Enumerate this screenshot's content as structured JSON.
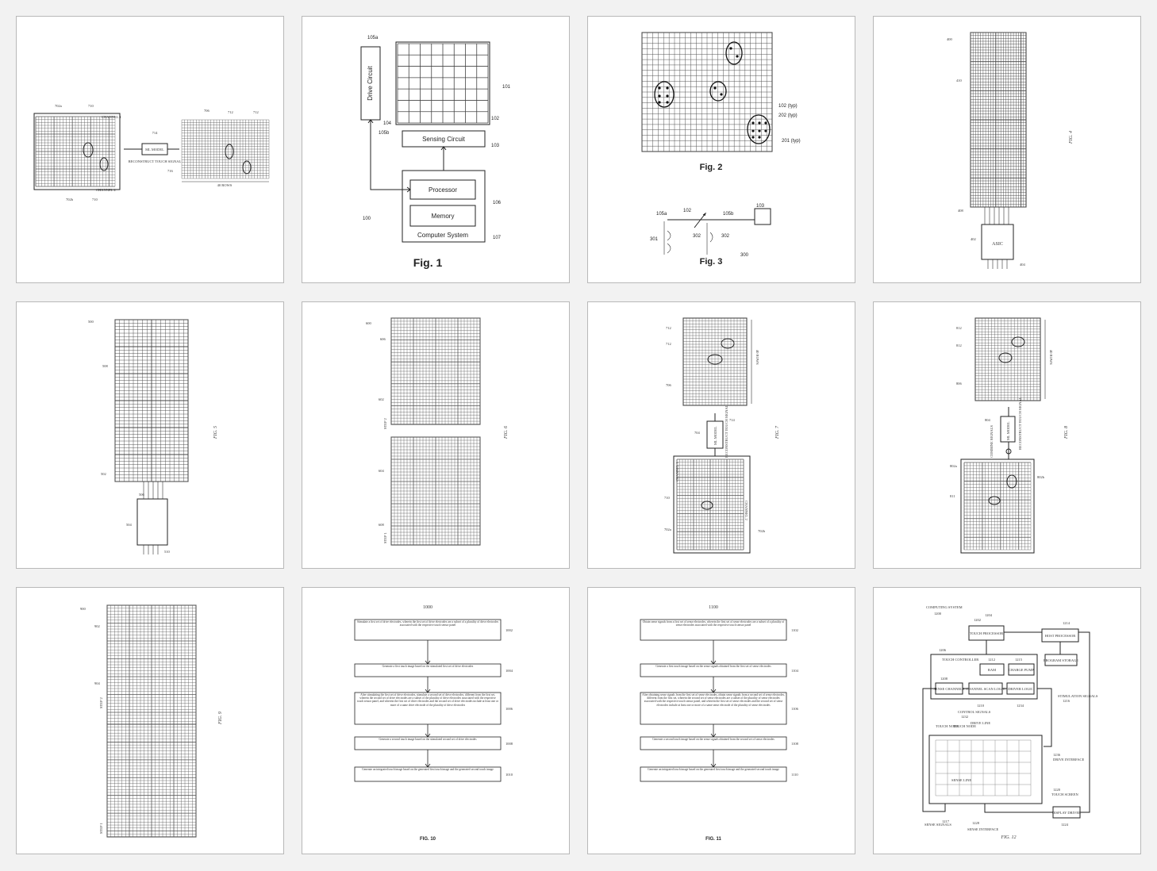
{
  "figures": {
    "t1": {
      "labels": [
        "702a",
        "710",
        "CHANNEL 1",
        "714",
        "ML MODEL",
        "RECONSTRUCT TOUCH SIGNAL",
        "716",
        "702b",
        "710",
        "CHANNEL 2",
        "706",
        "712",
        "712",
        "40 ROWS"
      ]
    },
    "t2": {
      "drive_circuit": "Drive Circuit",
      "sensing_circuit": "Sensing Circuit",
      "processor": "Processor",
      "memory": "Memory",
      "computer_system": "Computer System",
      "caption": "Fig. 1",
      "refs": {
        "r105a": "105a",
        "r101": "101",
        "r102": "102",
        "r104": "104",
        "r105b": "105b",
        "r103": "103",
        "r106": "106",
        "r100": "100",
        "r107": "107"
      }
    },
    "t3": {
      "refs": {
        "r102": "102 (typ)",
        "r202": "202 (typ)",
        "r201": "201 (typ)"
      },
      "caption2": "Fig. 2",
      "fig3": {
        "r105a": "105a",
        "r102": "102",
        "r105b": "105b",
        "r103": "103",
        "r301": "301",
        "r302a": "302",
        "r302b": "302",
        "r300": "300"
      },
      "caption3": "Fig. 3"
    },
    "t4": {
      "caption": "FIG. 4",
      "block": "ASIC",
      "refs": [
        "400",
        "410",
        "402",
        "404",
        "408"
      ]
    },
    "t5": {
      "caption": "FIG. 5",
      "refs": [
        "500",
        "508",
        "502",
        "504",
        "506",
        "510"
      ]
    },
    "t6": {
      "caption": "FIG. 6",
      "step2": "STEP 2",
      "step1": "STEP 1",
      "refs": [
        "600",
        "606",
        "602",
        "604",
        "608"
      ]
    },
    "t7": {
      "caption": "FIG. 7",
      "ml_model": "ML MODEL",
      "reconstruct": "RECONSTRUCT TOUCH SIGNAL",
      "rows": "40 ROWS",
      "ch1": "CHANNEL 1",
      "ch2": "CHANNEL 2",
      "refs": [
        "712",
        "712",
        "706",
        "704",
        "714",
        "710",
        "702a",
        "702b"
      ]
    },
    "t8": {
      "caption": "FIG. 8",
      "ml_model": "ML MODEL",
      "reconstruct": "RECONSTRUCT TOUCH SIGNAL",
      "combine": "COMBINE SIGNALS",
      "rows": "40 ROWS",
      "refs": [
        "812",
        "812",
        "806",
        "804",
        "802a",
        "802b",
        "811"
      ]
    },
    "t9": {
      "caption": "FIG. 9",
      "step2": "STEP 2",
      "step1": "STEP 1",
      "refs": [
        "900",
        "902",
        "904"
      ]
    },
    "t10": {
      "number": "1000",
      "caption": "FIG. 10",
      "steps": [
        {
          "text": "Stimulate a first set of drive electrodes, wherein the first set of drive electrodes are a subset of a plurality of drive electrodes associated with the respective touch sensor panel",
          "ref": "1002"
        },
        {
          "text": "Generate a first touch image based on the stimulated first set of drive electrodes",
          "ref": "1004"
        },
        {
          "text": "After stimulating the first set of drive electrodes, stimulate a second set of drive electrodes, different from the first set, wherein the second set of drive electrodes are a subset of the plurality of drive electrodes associated with the respective touch sensor panel, and wherein the first set of drive electrodes and the second set of drive electrodes include at least one or more of a same drive electrode of the plurality of drive electrodes",
          "ref": "1006"
        },
        {
          "text": "Generate a second touch image based on the stimulated second set of drive electrodes",
          "ref": "1008"
        },
        {
          "text": "Generate an integrated touch image based on the generated first touch image and the generated second touch image",
          "ref": "1010"
        }
      ]
    },
    "t11": {
      "number": "1100",
      "caption": "FIG. 11",
      "steps": [
        {
          "text": "Obtain sense signals from a first set of sense electrodes, wherein the first set of sense electrodes are a subset of a plurality of sense electrodes associated with the respective touch sensor panel",
          "ref": "1102"
        },
        {
          "text": "Generate a first touch image based on the sense signals obtained from the first set of sense electrodes",
          "ref": "1104"
        },
        {
          "text": "After obtaining sense signals from the first set of sense electrodes, obtain sense signals from a second set of sense electrodes, different from the first set, wherein the second set of sense electrodes are a subset of the plurality of sense electrodes associated with the respective touch sensor panel, and wherein the first set of sense electrodes and the second set of sense electrodes include at least one or more of a same sense electrode of the plurality of sense electrodes",
          "ref": "1106"
        },
        {
          "text": "Generate a second touch image based on the sense signals obtained from the second set of sense electrodes",
          "ref": "1108"
        },
        {
          "text": "Generate an integrated touch image based on the generated first touch image and the generated second touch image",
          "ref": "1110"
        }
      ]
    },
    "t12": {
      "computing_system": "COMPUTING SYSTEM",
      "system_ref": "1200",
      "touch_processor": "TOUCH PROCESSOR",
      "host_processor": "HOST PROCESSOR",
      "program_storage": "PROGRAM STORAGE",
      "touch_controller": "TOUCH CONTROLLER",
      "ram": "RAM",
      "charge_pump": "CHARGE PUMP",
      "sense_channels": "SENSE CHANNELS",
      "channel_scan_logic": "CHANNEL SCAN LOGIC",
      "driver_logic": "DRIVER LOGIC",
      "control_signals": "CONTROL SIGNALS",
      "stimulation_signals": "STIMULATION SIGNALS",
      "touch_node": "TOUCH NODE",
      "drive_line": "DRIVE LINE",
      "sense_line": "SENSE LINE",
      "drive_interface": "DRIVE INTERFACE",
      "touch_screen": "TOUCH SCREEN",
      "display_driver": "DISPLAY DRIVER",
      "sense_signals": "SENSE SIGNALS",
      "sense_interface": "SENSE INTERFACE",
      "caption": "FIG. 12",
      "refs": {
        "r1202": "1202",
        "r1204": "1204",
        "r1214": "1214",
        "r1206": "1206",
        "r1212": "1212",
        "r1215": "1215",
        "r1208": "1208",
        "r1210": "1210",
        "r1234": "1234",
        "r1232": "1232",
        "r1216": "1216",
        "r1236": "1236",
        "r1220": "1220",
        "r1224": "1224",
        "r1217": "1217",
        "r1228": "1228"
      }
    }
  }
}
